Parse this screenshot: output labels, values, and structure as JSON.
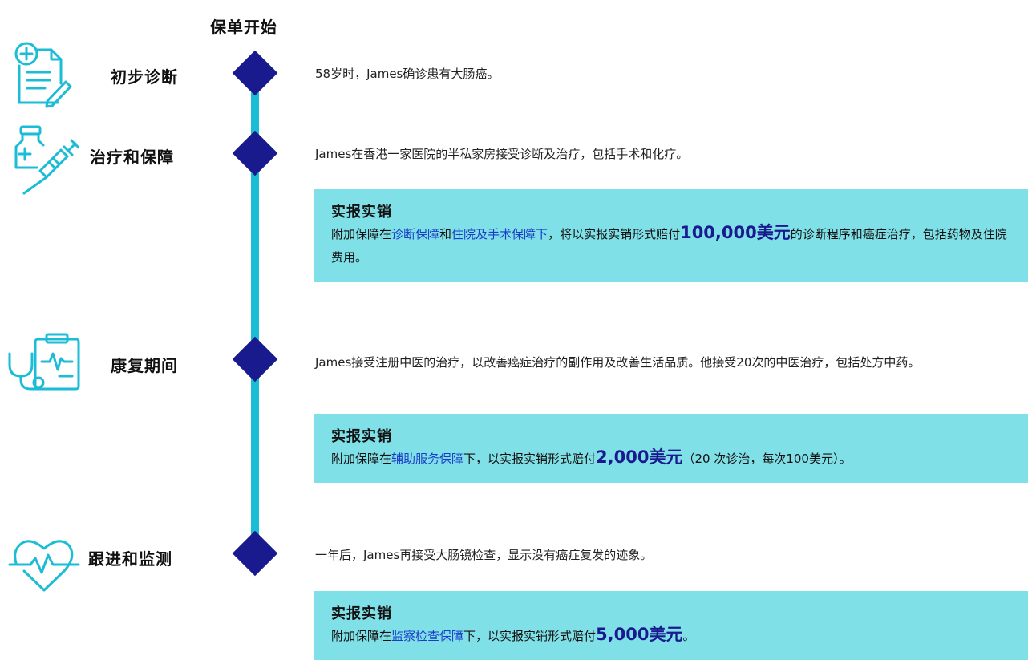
{
  "header": {
    "title": "保单开始"
  },
  "stages": [
    {
      "label": "初步诊断",
      "icon": "medical-document-icon",
      "description": "58岁时，James确诊患有大肠癌。"
    },
    {
      "label": "治疗和保障",
      "icon": "vaccine-syringe-icon",
      "description": "James在香港一家医院的半私家房接受诊断及治疗，包括手术和化疗。",
      "box": {
        "title": "实报实销",
        "p1": "附加保障在",
        "link1": "诊断保障",
        "p2": "和",
        "link2": "住院及手术保障下",
        "p3": "，将以实报实销形式赔付",
        "amount": "100,000美元",
        "p4": "的诊断程序和癌症治疗，包括药物及住院费用。"
      }
    },
    {
      "label": "康复期间",
      "icon": "stethoscope-clipboard-icon",
      "description": "James接受注册中医的治疗，以改善癌症治疗的副作用及改善生活品质。他接受20次的中医治疗，包括处方中药。",
      "box": {
        "title": "实报实销",
        "p1": "附加保障在",
        "link1": "辅助服务保障",
        "p2": "下，以实报实销形式赔付",
        "amount": "2,000美元",
        "p3": "（20 次诊治，每次100美元）。"
      }
    },
    {
      "label": "跟进和监测",
      "icon": "heartbeat-icon",
      "description": "一年后，James再接受大肠镜检查，显示没有癌症复发的迹象。",
      "box": {
        "title": "实报实销",
        "p1": "附加保障在",
        "link1": "监察检查保障",
        "p2": "下，以实报实销形式赔付",
        "amount": "5,000美元",
        "p3": "。"
      }
    }
  ],
  "colors": {
    "timeline": "#1bbcd6",
    "diamond": "#1a1a8f",
    "box": "#80e0e8",
    "link": "#1a3cc8",
    "icon": "#1bbcd6"
  }
}
